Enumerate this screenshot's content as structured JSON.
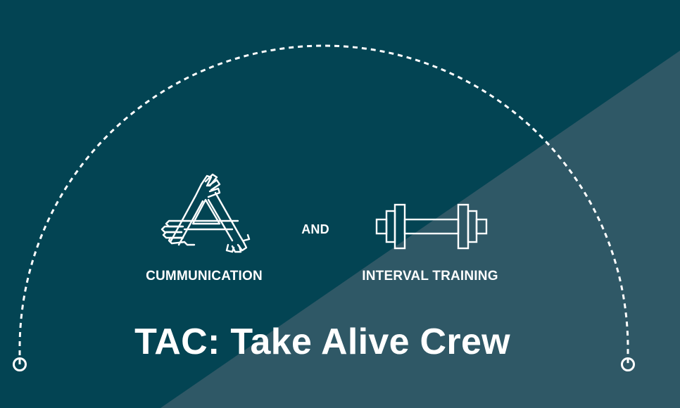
{
  "slide": {
    "colors": {
      "background_dark": "#034453",
      "background_light": "#2f5866",
      "foreground": "#ffffff"
    },
    "left_item": {
      "icon": "hands-teamwork-icon",
      "label": "CUMMUNICATION"
    },
    "connector": "AND",
    "right_item": {
      "icon": "dumbbell-icon",
      "label": "INTERVAL TRAINING"
    },
    "title": "TAC: Take Alive Crew"
  }
}
